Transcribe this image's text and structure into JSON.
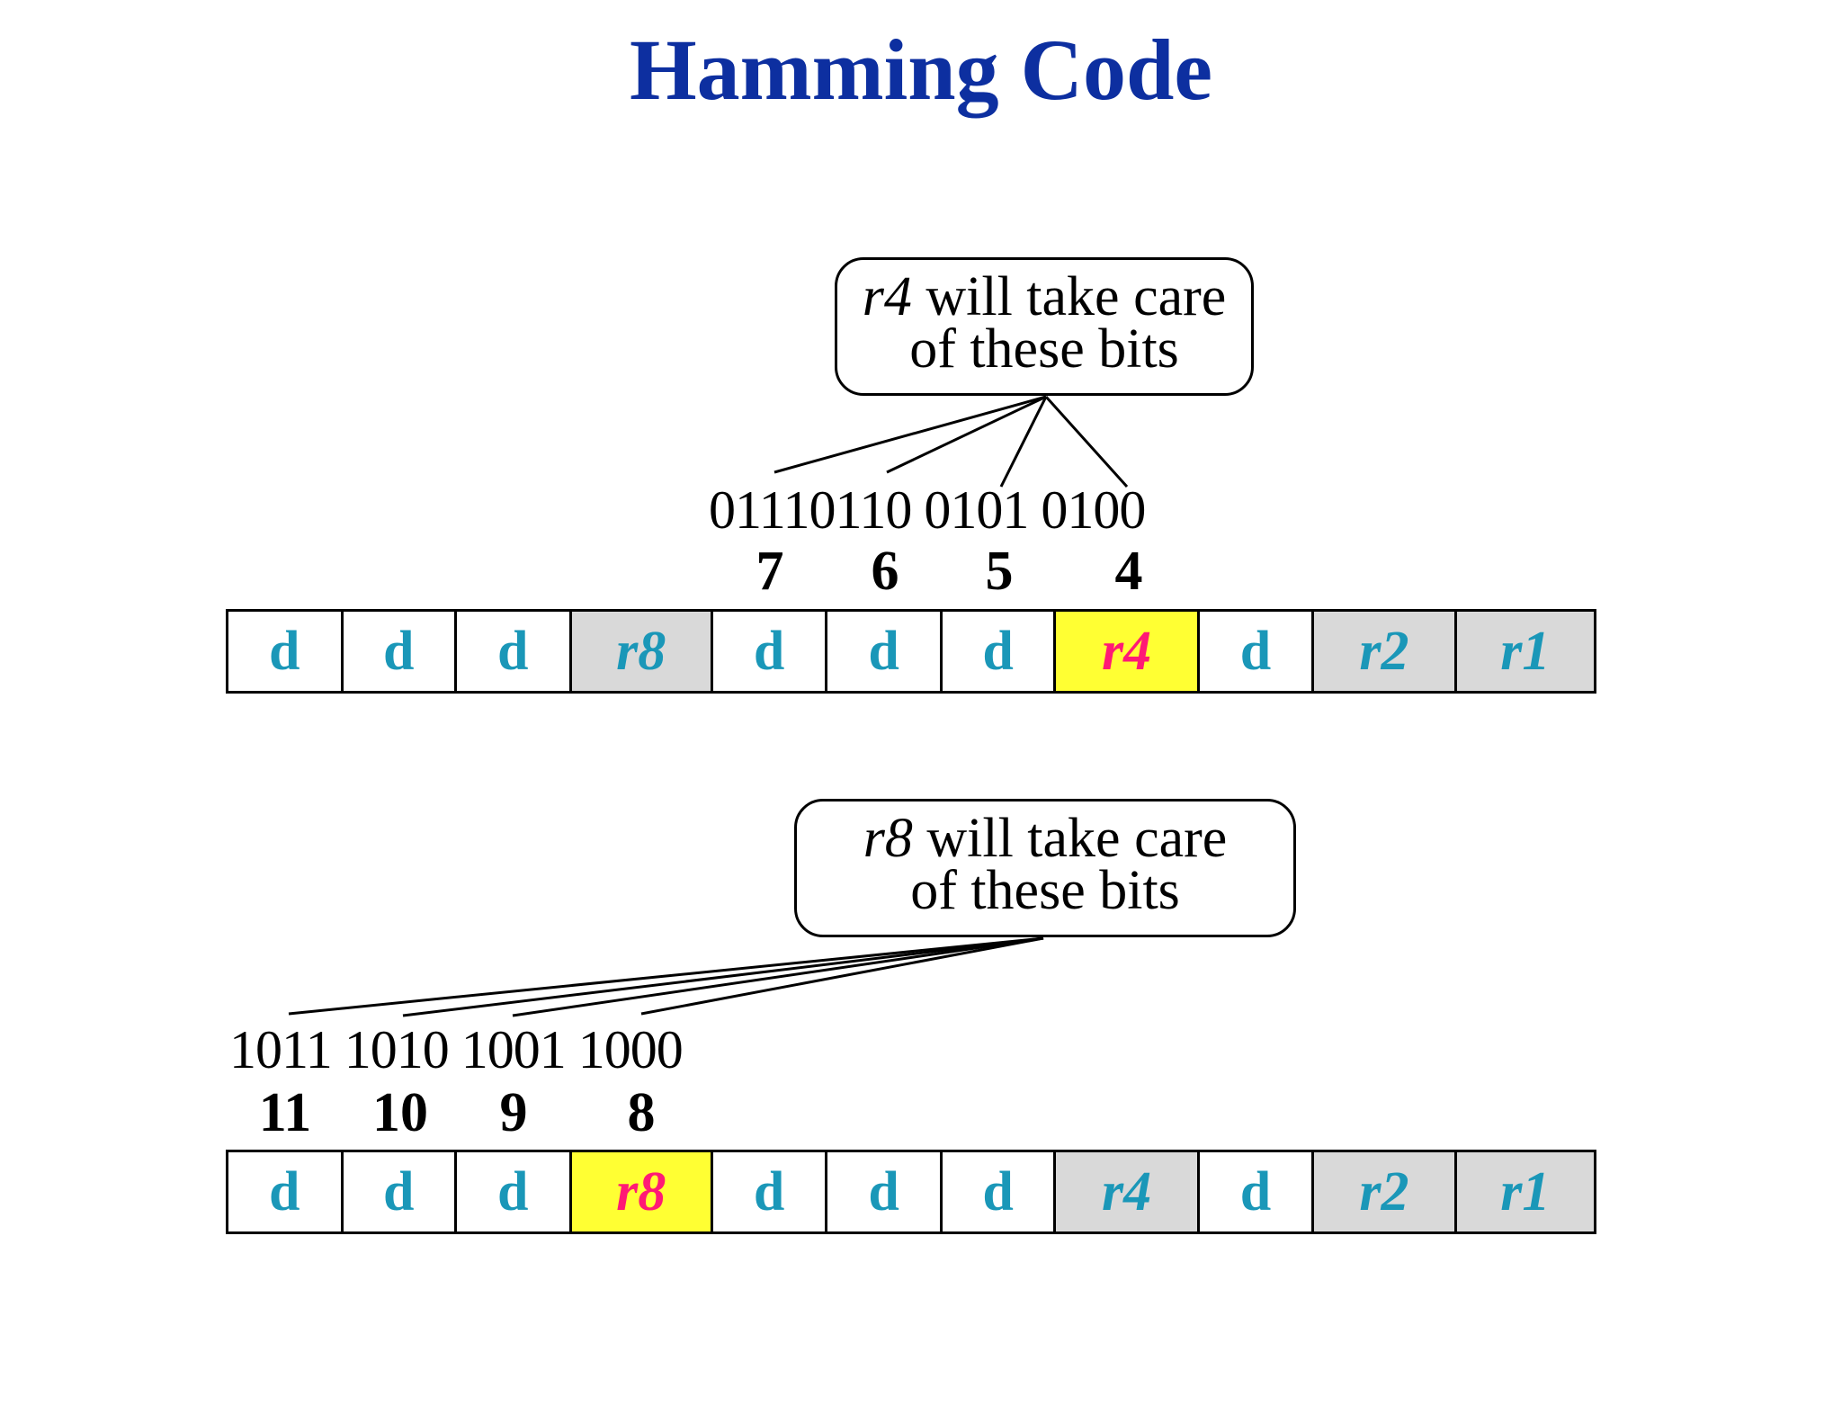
{
  "title": "Hamming Code",
  "section_a": {
    "callout": {
      "symbol": "r4",
      "line1_rest": " will take care",
      "line2": "of these bits"
    },
    "bit_string": "01110110 0101 0100",
    "positions": [
      "7",
      "6",
      "5",
      "4"
    ],
    "cells": [
      "d",
      "d",
      "d",
      "r8",
      "d",
      "d",
      "d",
      "r4",
      "d",
      "r2",
      "r1"
    ],
    "highlighted": "r4"
  },
  "section_b": {
    "callout": {
      "symbol": "r8",
      "line1_rest": " will take care",
      "line2": "of these bits"
    },
    "bit_string": "1011 1010 1001 1000",
    "positions": [
      "11",
      "10",
      "9",
      "8"
    ],
    "cells": [
      "d",
      "d",
      "d",
      "r8",
      "d",
      "d",
      "d",
      "r4",
      "d",
      "r2",
      "r1"
    ],
    "highlighted": "r8"
  },
  "colors": {
    "title": "#0d2fa0",
    "cell_text": "#1a97b8",
    "highlight_fill": "#ffff33",
    "highlight_text": "#ff1a75",
    "redundant_fill": "#d9d9d9"
  }
}
